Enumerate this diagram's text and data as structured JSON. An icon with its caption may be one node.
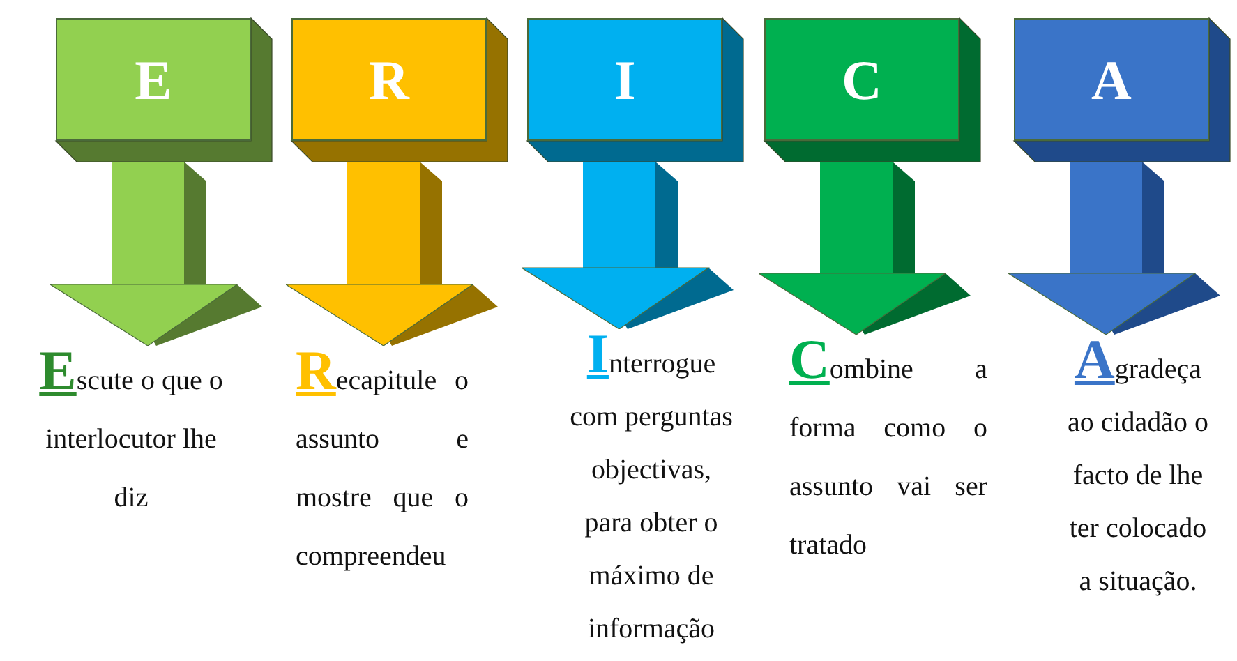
{
  "diagram": {
    "nodes": [
      {
        "text": [
          "E"
        ]
      },
      {
        "text": [
          "R"
        ]
      },
      {
        "text": [
          "I"
        ]
      },
      {
        "text": [
          "C"
        ]
      },
      {
        "text": [
          "A"
        ]
      },
      {
        "text": [
          "**E**scute o que o interlocutor lhe diz"
        ]
      },
      {
        "text": [
          "**R**ecapitule o assunto e mostre que o compreendeu"
        ]
      },
      {
        "text": [
          "**I**nterrogue com perguntas objectivas, para obter o máximo de informação"
        ]
      },
      {
        "text": [
          "**C**ombine a forma como o assunto vai ser tratado"
        ]
      },
      {
        "text": [
          "**A**gradeça ao cidadão o facto de lhe ter colocado a situação."
        ]
      }
    ],
    "edges": [
      {
        "from": 0,
        "to": 5,
        "arrow": "to",
        "color": "#92d050"
      },
      {
        "from": 1,
        "to": 6,
        "arrow": "to",
        "color": "#ffc000"
      },
      {
        "from": 2,
        "to": 7,
        "arrow": "to",
        "color": "#00b0f0"
      },
      {
        "from": 3,
        "to": 8,
        "arrow": "to",
        "color": "#00b050"
      },
      {
        "from": 4,
        "to": 9,
        "arrow": "to",
        "color": "#3a74c8"
      }
    ]
  }
}
